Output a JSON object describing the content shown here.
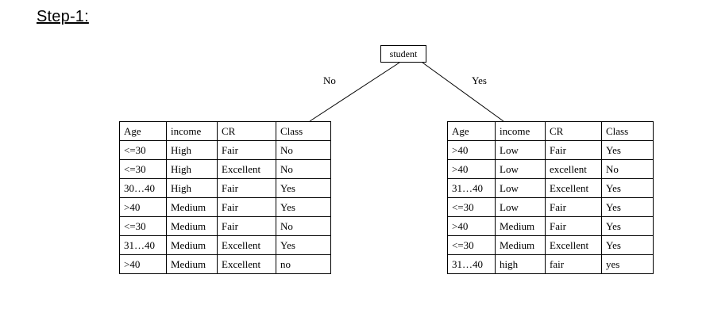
{
  "heading": "Step-1:",
  "tree": {
    "root": "student",
    "left_branch_label": "No",
    "right_branch_label": "Yes"
  },
  "left_table": {
    "rows": [
      [
        "Age",
        "income",
        "CR",
        "Class"
      ],
      [
        "<=30",
        "High",
        "Fair",
        "No"
      ],
      [
        "<=30",
        "High",
        "Excellent",
        "No"
      ],
      [
        "30…40",
        "High",
        "Fair",
        "Yes"
      ],
      [
        ">40",
        "Medium",
        "Fair",
        "Yes"
      ],
      [
        "<=30",
        "Medium",
        "Fair",
        "No"
      ],
      [
        "31…40",
        "Medium",
        "Excellent",
        "Yes"
      ],
      [
        ">40",
        "Medium",
        "Excellent",
        "no"
      ]
    ]
  },
  "right_table": {
    "rows": [
      [
        "Age",
        "income",
        "CR",
        "Class"
      ],
      [
        ">40",
        "Low",
        "Fair",
        "Yes"
      ],
      [
        ">40",
        "Low",
        "excellent",
        "No"
      ],
      [
        "31…40",
        "Low",
        "Excellent",
        "Yes"
      ],
      [
        "<=30",
        "Low",
        "Fair",
        "Yes"
      ],
      [
        ">40",
        "Medium",
        "Fair",
        "Yes"
      ],
      [
        "<=30",
        "Medium",
        "Excellent",
        "Yes"
      ],
      [
        "31…40",
        "high",
        "fair",
        "yes"
      ]
    ]
  }
}
